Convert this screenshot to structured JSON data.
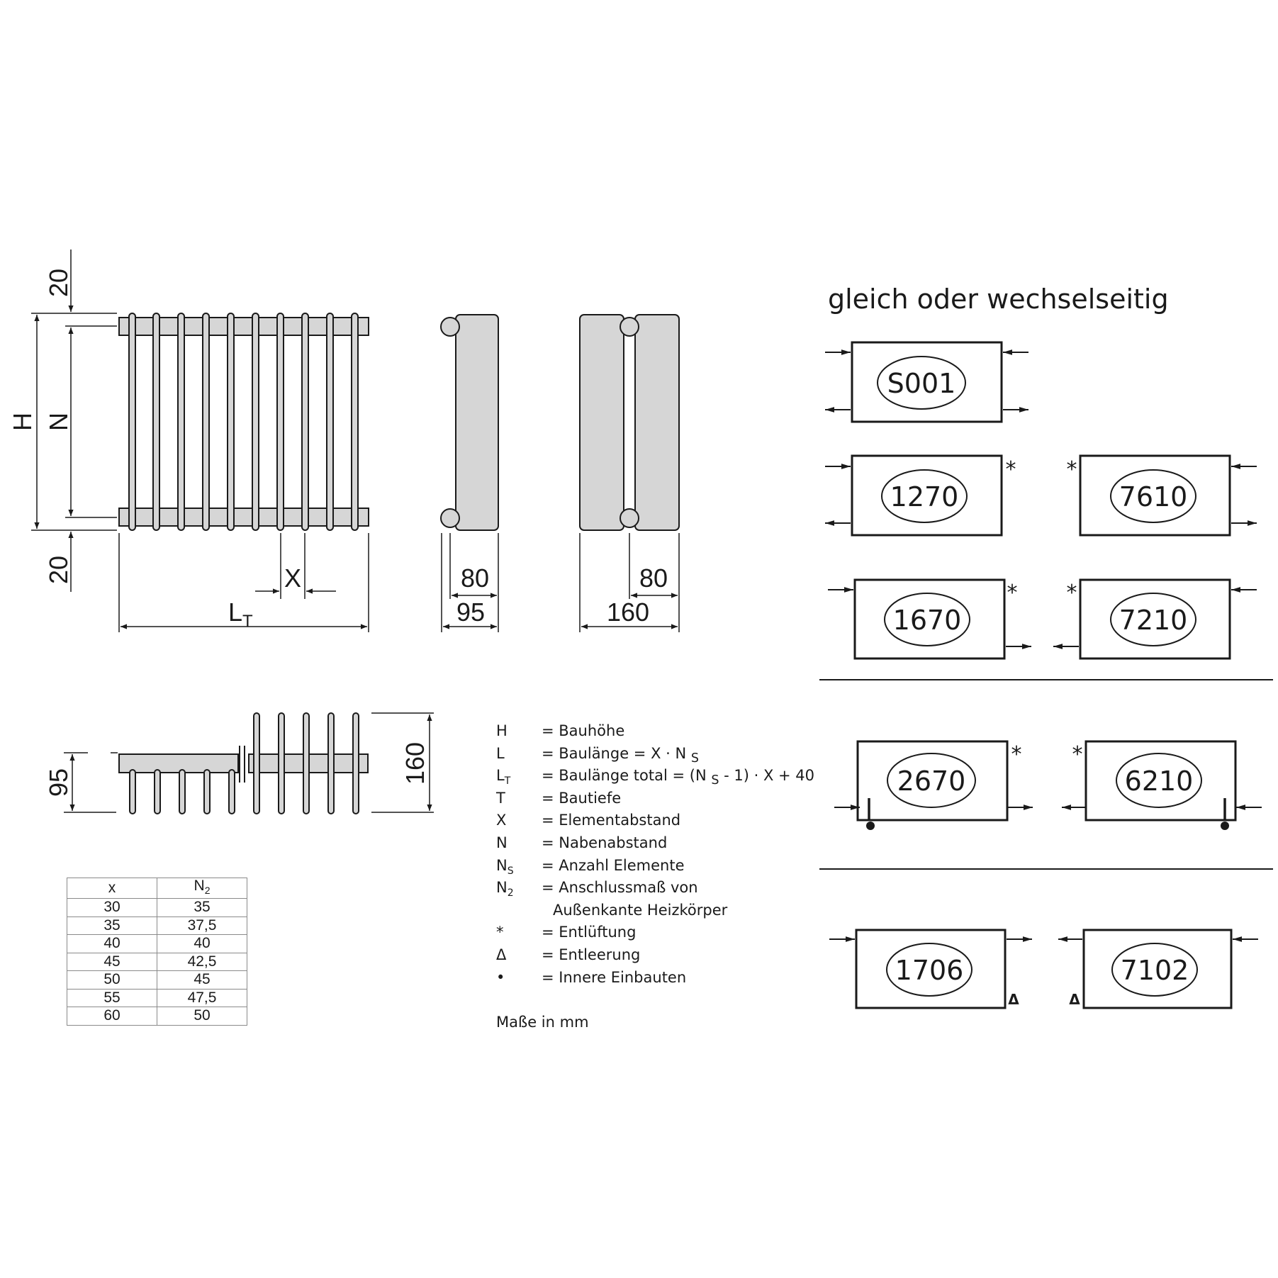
{
  "dimensions": {
    "top_gap": "20",
    "bottom_gap": "20",
    "height": "H",
    "hub_distance": "N",
    "element_spacing": "X",
    "total_length": "L",
    "total_length_sub": "T",
    "side_single_inner": "80",
    "side_single_outer": "95",
    "side_double_inner": "80",
    "side_double_outer": "160",
    "top_view_left": "95",
    "top_view_right": "160"
  },
  "connections": {
    "title": "gleich oder wechselseitig",
    "codes": [
      "S001",
      "1270",
      "7610",
      "1670",
      "7210",
      "2670",
      "6210",
      "1706",
      "7102"
    ],
    "vent_mark": "*",
    "drain_mark": "Δ"
  },
  "legend": [
    {
      "sym": "H",
      "sub": "",
      "def": "= Bauhöhe"
    },
    {
      "sym": "L",
      "sub": "",
      "def": "= Baulänge = X · N",
      "def_sub": "S"
    },
    {
      "sym": "L",
      "sub": "T",
      "def": "= Baulänge total = (N",
      "def_sub": "S",
      "def_tail": " - 1) · X + 40"
    },
    {
      "sym": "T",
      "sub": "",
      "def": "= Bautiefe"
    },
    {
      "sym": "X",
      "sub": "",
      "def": "= Elementabstand"
    },
    {
      "sym": "N",
      "sub": "",
      "def": "= Nabenabstand"
    },
    {
      "sym": "N",
      "sub": "S",
      "def": "= Anzahl Elemente"
    },
    {
      "sym": "N",
      "sub": "2",
      "def": "= Anschlussmaß von"
    },
    {
      "sym": "",
      "sub": "",
      "def": "Außenkante Heizkörper",
      "cont": true
    },
    {
      "sym": "*",
      "sub": "",
      "def": "= Entlüftung"
    },
    {
      "sym": "Δ",
      "sub": "",
      "def": "= Entleerung"
    },
    {
      "sym": "•",
      "sub": "",
      "def": "= Innere Einbauten"
    }
  ],
  "units_note": "Maße in mm",
  "table": {
    "headers": [
      "x",
      "N",
      "2"
    ],
    "rows": [
      [
        "30",
        "35"
      ],
      [
        "35",
        "37,5"
      ],
      [
        "40",
        "40"
      ],
      [
        "45",
        "42,5"
      ],
      [
        "50",
        "45"
      ],
      [
        "55",
        "47,5"
      ],
      [
        "60",
        "50"
      ]
    ]
  },
  "colors": {
    "fill": "#d6d6d6",
    "stroke": "#1a1a1a"
  }
}
